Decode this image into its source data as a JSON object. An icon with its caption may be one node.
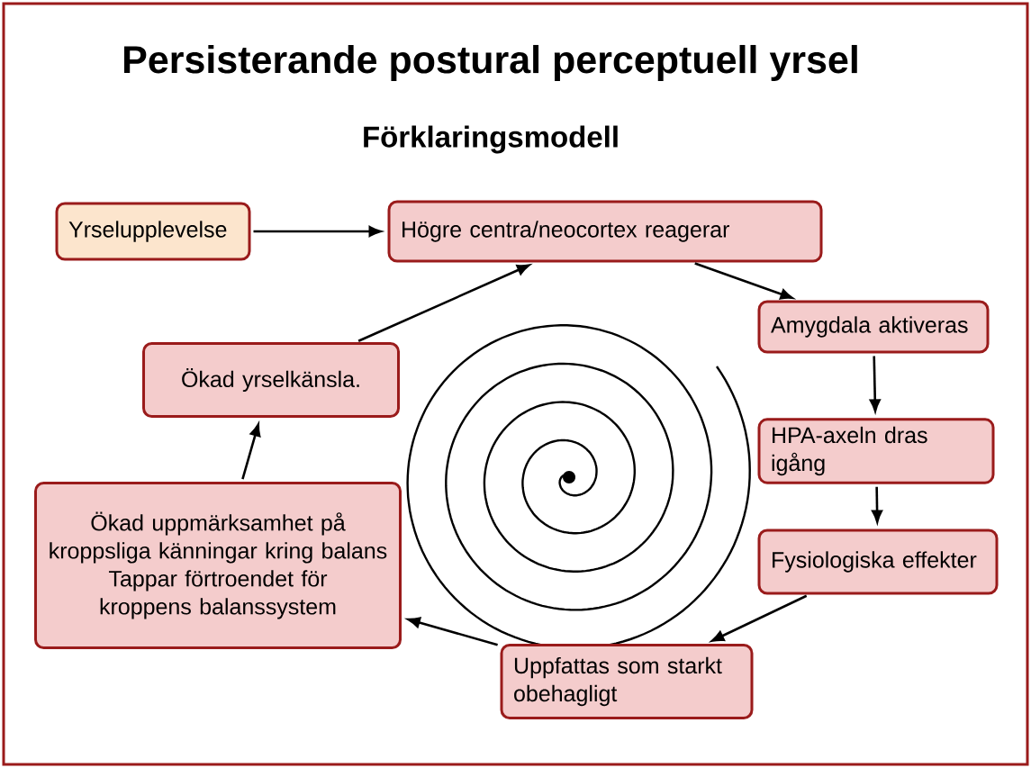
{
  "diagram": {
    "title": "Persisterande postural perceptuell yrsel",
    "nodes": [
      {
        "text": [
          "Yrselupplevelse"
        ]
      },
      {
        "text": [
          "Högre centra/neocortex reagerar"
        ]
      },
      {
        "text": [
          "Amygdala aktiveras"
        ]
      },
      {
        "text": [
          "HPA-axeln dras igång"
        ]
      },
      {
        "text": [
          "Fysiologiska effekter"
        ]
      },
      {
        "text": [
          "Uppfattas som starkt obehagligt"
        ]
      },
      {
        "text": [
          "Ökad uppmärksamhet på kroppsliga känningar kring balans",
          "Tappar förtroendet för kroppens balanssystem"
        ]
      },
      {
        "text": [
          "Ökad yrselkänsla."
        ]
      }
    ],
    "edges": [
      {
        "from": 0,
        "to": 1,
        "arrow": "to"
      },
      {
        "from": 1,
        "to": 2,
        "arrow": "to"
      },
      {
        "from": 2,
        "to": 3,
        "arrow": "to"
      },
      {
        "from": 3,
        "to": 4,
        "arrow": "to"
      },
      {
        "from": 4,
        "to": 5,
        "arrow": "to"
      },
      {
        "from": 5,
        "to": 6,
        "arrow": "to"
      },
      {
        "from": 6,
        "to": 7,
        "arrow": "to"
      },
      {
        "from": 7,
        "to": 1,
        "arrow": "to"
      }
    ],
    "labels": [
      "Förklaringsmodell"
    ]
  }
}
